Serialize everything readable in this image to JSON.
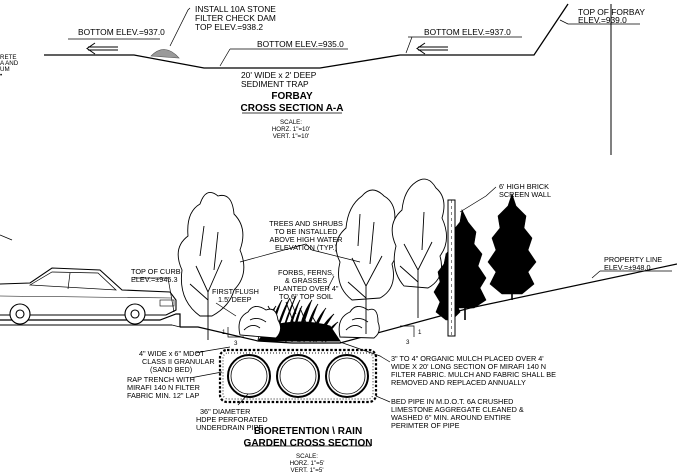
{
  "forbay": {
    "bottom_elev_left": "BOTTOM ELEV.=937.0",
    "check_dam": [
      "INSTALL 10A STONE",
      "FILTER CHECK DAM",
      "TOP ELEV.=938.2"
    ],
    "bottom_elev_center": "BOTTOM ELEV.=935.0",
    "bottom_elev_right": "BOTTOM ELEV.=937.0",
    "top_of_forbay": [
      "TOP OF FORBAY",
      "ELEV.=939.0"
    ],
    "left_fragment": [
      "RETE",
      "A AND",
      "UM",
      "•"
    ],
    "sediment_trap": [
      "20' WIDE x 2' DEEP",
      "SEDIMENT TRAP"
    ],
    "title_line1": "FORBAY",
    "title_line2": "CROSS SECTION A-A",
    "scale_heading": "SCALE:",
    "scale_horz": "HORZ. 1\"=10'",
    "scale_vert": "VERT. 1\"=10'"
  },
  "garden": {
    "brick_wall": [
      "6' HIGH BRICK",
      "SCREEN WALL"
    ],
    "trees_shrubs": [
      "TREES AND SHRUBS",
      "TO BE INSTALLED",
      "ABOVE HIGH WATER",
      "ELEVATION (TYP.)"
    ],
    "property_line": [
      "PROPERTY LINE",
      "ELEV.=±948.0"
    ],
    "top_of_curb": [
      "TOP OF CURB",
      "ELEV.=±945.3"
    ],
    "first_flush": [
      "FIRST FLUSH",
      "1.5' DEEP"
    ],
    "forbs": [
      "FORBS, FERNS,",
      "& GRASSES",
      "PLANTED OVER 4\"",
      "TO 6\" TOP SOIL"
    ],
    "slope_rise": "1",
    "slope_run": "3",
    "mdot": [
      "4\" WIDE x 6\" MDOT",
      "CLASS II GRANULAR",
      "(SAND BED)"
    ],
    "wrap_trench": [
      "RAP TRENCH WITH",
      "MIRAFI 140 N FILTER",
      "FABRIC MIN. 12\" LAP"
    ],
    "mulch": [
      "3\" TO 4\" ORGANIC MULCH PLACED OVER 4'",
      "WIDE X 20' LONG SECTION OF MIRAFI 140 N",
      "FILTER FABRIC. MULCH AND FABRIC SHALL BE",
      "REMOVED AND REPLACED ANNUALLY"
    ],
    "hdpe": [
      "36\" DIAMETER",
      "HDPE PERFORATED",
      "UNDERDRAIN PIPE"
    ],
    "bed_pipe": [
      "BED PIPE IN M.D.O.T. 6A CRUSHED",
      "LIMESTONE AGGREGATE CLEANED &",
      "WASHED 6\" MIN. AROUND ENTIRE",
      "PERIMTER OF PIPE"
    ],
    "title_line1": "BIORETENTION \\ RAIN",
    "title_line2": "GARDEN CROSS SECTION",
    "scale_heading": "SCALE:",
    "scale_horz": "HORZ. 1\"=5'",
    "scale_vert": "VERT. 1\"=5'"
  },
  "colors": {
    "ink": "#000000",
    "paper": "#ffffff",
    "stone": "#9a9a9a"
  }
}
